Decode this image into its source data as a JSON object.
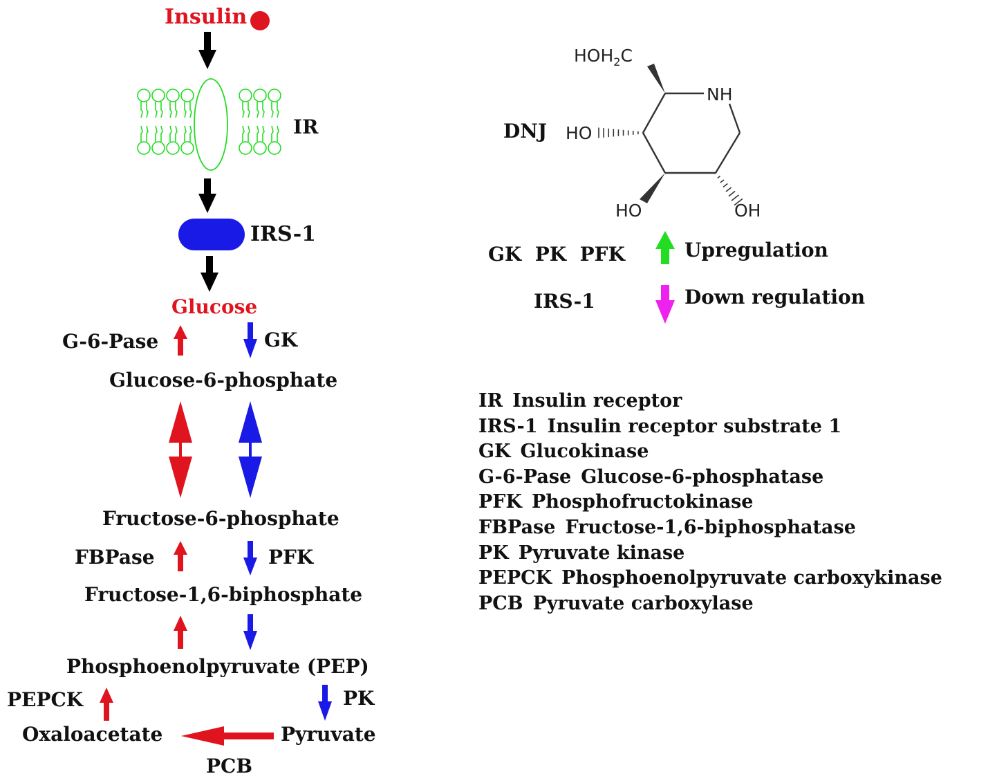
{
  "pathway": {
    "insulin": "Insulin",
    "ir": "IR",
    "irs1": "IRS-1",
    "glucose": "Glucose",
    "g6pase": "G-6-Pase",
    "gk": "GK",
    "glucose_6_phosphate": "Glucose-6-phosphate",
    "fructose_6_phosphate": "Fructose-6-phosphate",
    "fbpase": "FBPase",
    "pfk": "PFK",
    "fructose_1_6_biphosphate": "Fructose-1,6-biphosphate",
    "pep": "Phosphoenolpyruvate (PEP)",
    "pepck": "PEPCK",
    "pk": "PK",
    "oxaloacetate": "Oxaloacetate",
    "pyruvate": "Pyruvate",
    "pcb": "PCB"
  },
  "structure": {
    "name": "DNJ",
    "hoh2c_main": "HOH",
    "hoh2c_sub": "2",
    "hoh2c_end": "C",
    "nh": "NH",
    "ho_left": "HO",
    "ho_bottom": "HO",
    "oh_bottom": "OH"
  },
  "legend": {
    "up_enzymes": "GK  PK  PFK",
    "up_label": "Upregulation",
    "down_enzymes": "IRS-1",
    "down_label": "Down regulation",
    "colors": {
      "up": "#22dd22",
      "down": "#ee22ee",
      "red": "#e0141e",
      "blue": "#1a1ae6",
      "membrane": "#22dd22"
    }
  },
  "glossary": [
    {
      "abbr": "IR",
      "full": "Insulin receptor"
    },
    {
      "abbr": "IRS-1",
      "full": "Insulin receptor substrate 1"
    },
    {
      "abbr": "GK",
      "full": "Glucokinase"
    },
    {
      "abbr": "G-6-Pase",
      "full": "Glucose-6-phosphatase"
    },
    {
      "abbr": "PFK",
      "full": "Phosphofructokinase"
    },
    {
      "abbr": "FBPase",
      "full": "Fructose-1,6-biphosphatase"
    },
    {
      "abbr": "PK",
      "full": "Pyruvate kinase"
    },
    {
      "abbr": "PEPCK",
      "full": "Phosphoenolpyruvate carboxykinase"
    },
    {
      "abbr": "PCB",
      "full": "Pyruvate carboxylase"
    }
  ]
}
